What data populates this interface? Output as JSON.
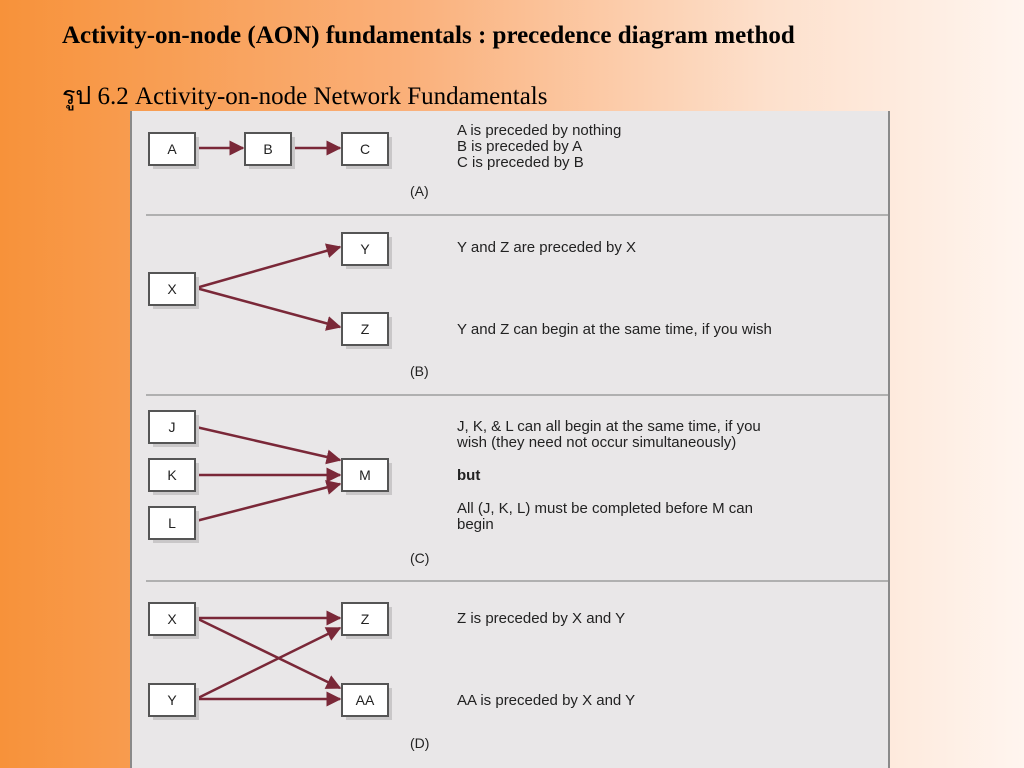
{
  "slide": {
    "title": "Activity-on-node (AON) fundamentals : precedence diagram method",
    "subtitle": "รูป 6.2 Activity-on-node Network Fundamentals"
  },
  "figure": {
    "sections": {
      "a": {
        "caption": "(A)",
        "nodes": {
          "a": "A",
          "b": "B",
          "c": "C"
        },
        "lines": [
          "A is preceded by nothing",
          "B is preceded by A",
          "C is preceded by B"
        ]
      },
      "b": {
        "caption": "(B)",
        "nodes": {
          "x": "X",
          "y": "Y",
          "z": "Z"
        },
        "lines": [
          "Y and Z are preceded by X",
          "Y and Z can begin at the same time, if you wish"
        ]
      },
      "c": {
        "caption": "(C)",
        "nodes": {
          "j": "J",
          "k": "K",
          "l": "L",
          "m": "M"
        },
        "lines": [
          "J, K, & L can all begin at the same time, if you",
          "wish (they need not occur simultaneously)",
          "but",
          "All (J, K, L) must be completed before M can",
          "begin"
        ]
      },
      "d": {
        "caption": "(D)",
        "nodes": {
          "x": "X",
          "y": "Y",
          "z": "Z",
          "aa": "AA"
        },
        "lines": [
          "Z is preceded by X and Y",
          "AA is preceded by X and Y"
        ]
      }
    }
  },
  "colors": {
    "arrow": "#7a2838",
    "panel": "#e9e7e8",
    "background_left": "#f7923a",
    "background_right": "#fff5ef"
  }
}
